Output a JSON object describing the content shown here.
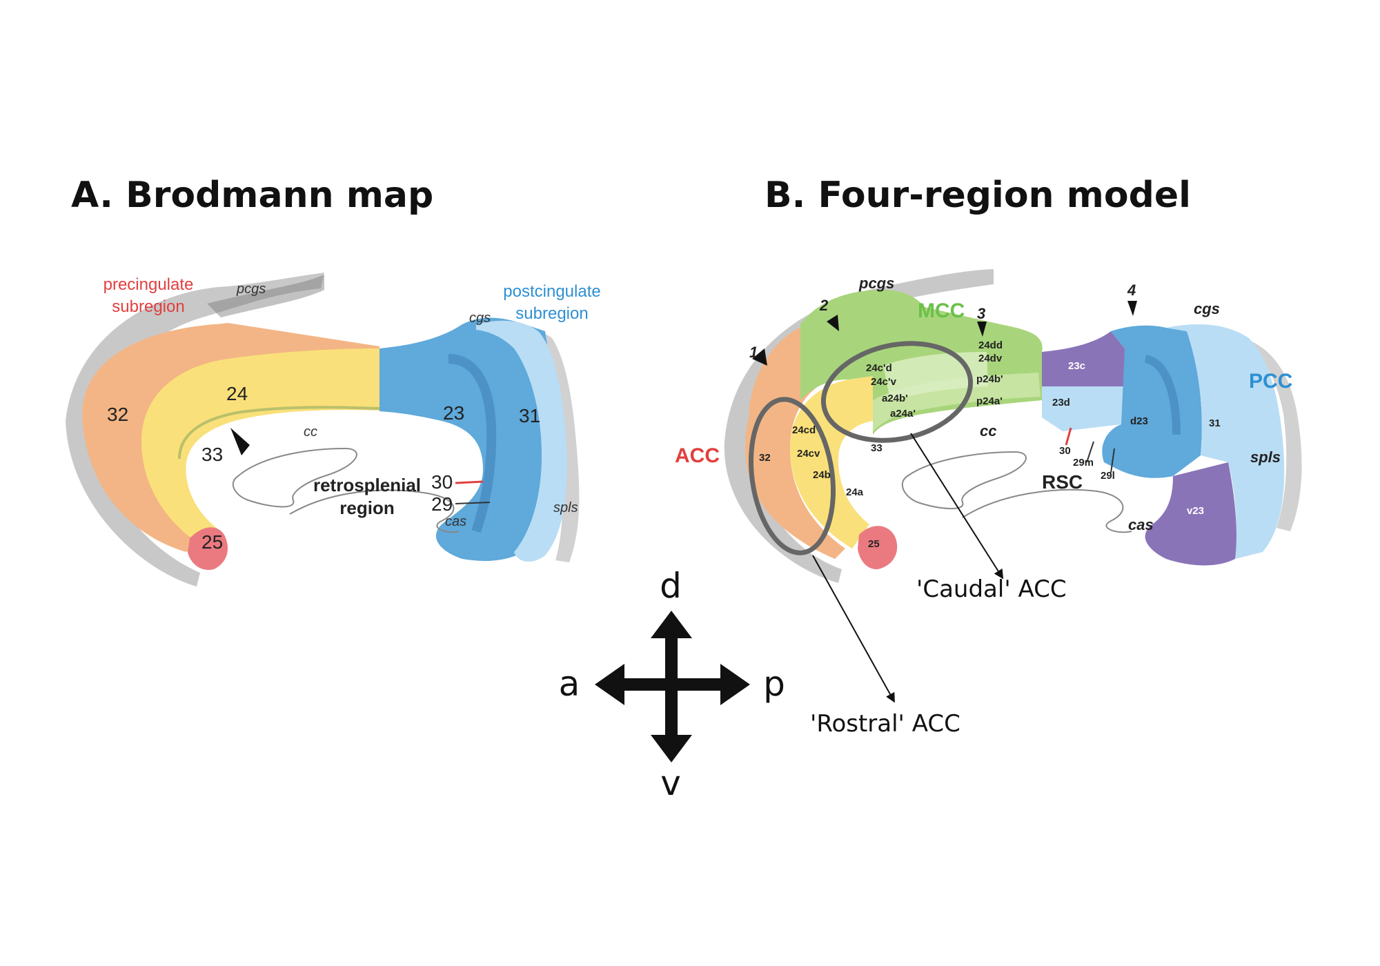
{
  "panel_a": {
    "title": "A. Brodmann map",
    "region_labels": {
      "pre_line1": "precingulate",
      "pre_line2": "subregion",
      "post_line1": "postcingulate",
      "post_line2": "subregion"
    },
    "sulci": {
      "pcgs": "pcgs",
      "cgs": "cgs",
      "cc": "cc",
      "cas": "cas",
      "spls": "spls"
    },
    "areas": {
      "a32": "32",
      "a24": "24",
      "a33": "33",
      "a25": "25",
      "a23": "23",
      "a31": "31",
      "a30": "30",
      "a29": "29"
    },
    "retro_line1": "retrosplenial",
    "retro_line2": "region"
  },
  "panel_b": {
    "title": "B. Four-region model",
    "region_labels": {
      "mcc": "MCC",
      "acc": "ACC",
      "pcc": "PCC",
      "rsc": "RSC"
    },
    "sulci": {
      "pcgs": "pcgs",
      "cgs": "cgs",
      "cc": "cc",
      "cas": "cas",
      "spls": "spls"
    },
    "markers": {
      "m1": "1",
      "m2": "2",
      "m3": "3",
      "m4": "4"
    },
    "areas": {
      "a24cd": "24cd",
      "a24cv": "24cv",
      "a24b": "24b",
      "a24a": "24a",
      "a32": "32",
      "a33": "33",
      "a25": "25",
      "a24cpd": "24c'd",
      "a24cpv": "24c'v",
      "aa24b": "a24b'",
      "aa24a": "a24a'",
      "a24dd": "24dd",
      "a24dv": "24dv",
      "pp24b": "p24b'",
      "pp24a": "p24a'",
      "a23c": "23c",
      "a23d": "23d",
      "ad23": "d23",
      "a31": "31",
      "av23": "v23",
      "a30": "30",
      "a29m": "29m",
      "a29l": "29l"
    },
    "callouts": {
      "caudal": "'Caudal' ACC",
      "rostral": "'Rostral' ACC"
    }
  },
  "compass": {
    "d": "d",
    "v": "v",
    "a": "a",
    "p": "p"
  },
  "colors": {
    "orange": "#f3b585",
    "yellow": "#fae07a",
    "red": "#ea7a80",
    "blue": "#5fa9db",
    "light_blue": "#b9ddf4",
    "green": "#a8d57b",
    "purple": "#8a74b8",
    "red_text": "#e0403f",
    "blue_text": "#2f8fd1",
    "green_text": "#6cc04a"
  }
}
